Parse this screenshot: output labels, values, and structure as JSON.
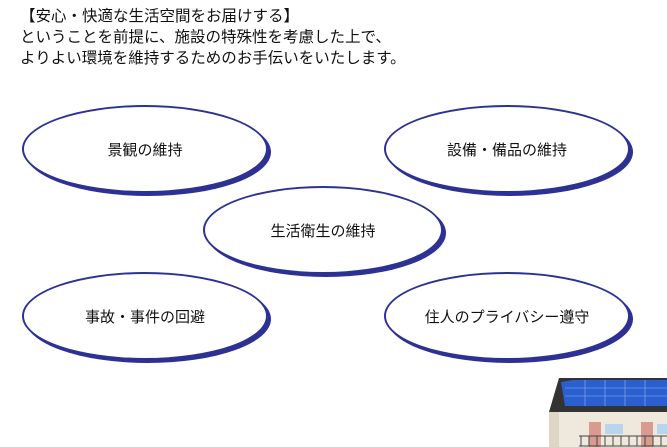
{
  "intro": {
    "line1": "【安心・快適な生活空間をお届けする】",
    "line2": "ということを前提に、施設の特殊性を考慮した上で、",
    "line3": "よりよい環境を維持するためのお手伝いをいたします。"
  },
  "items": [
    {
      "label": "景観の維持"
    },
    {
      "label": "設備・備品の維持"
    },
    {
      "label": "生活衛生の維持"
    },
    {
      "label": "事故・事件の回避"
    },
    {
      "label": "住人のプライバシー遵守"
    }
  ],
  "colors": {
    "ellipse_border": "#2d3194"
  }
}
